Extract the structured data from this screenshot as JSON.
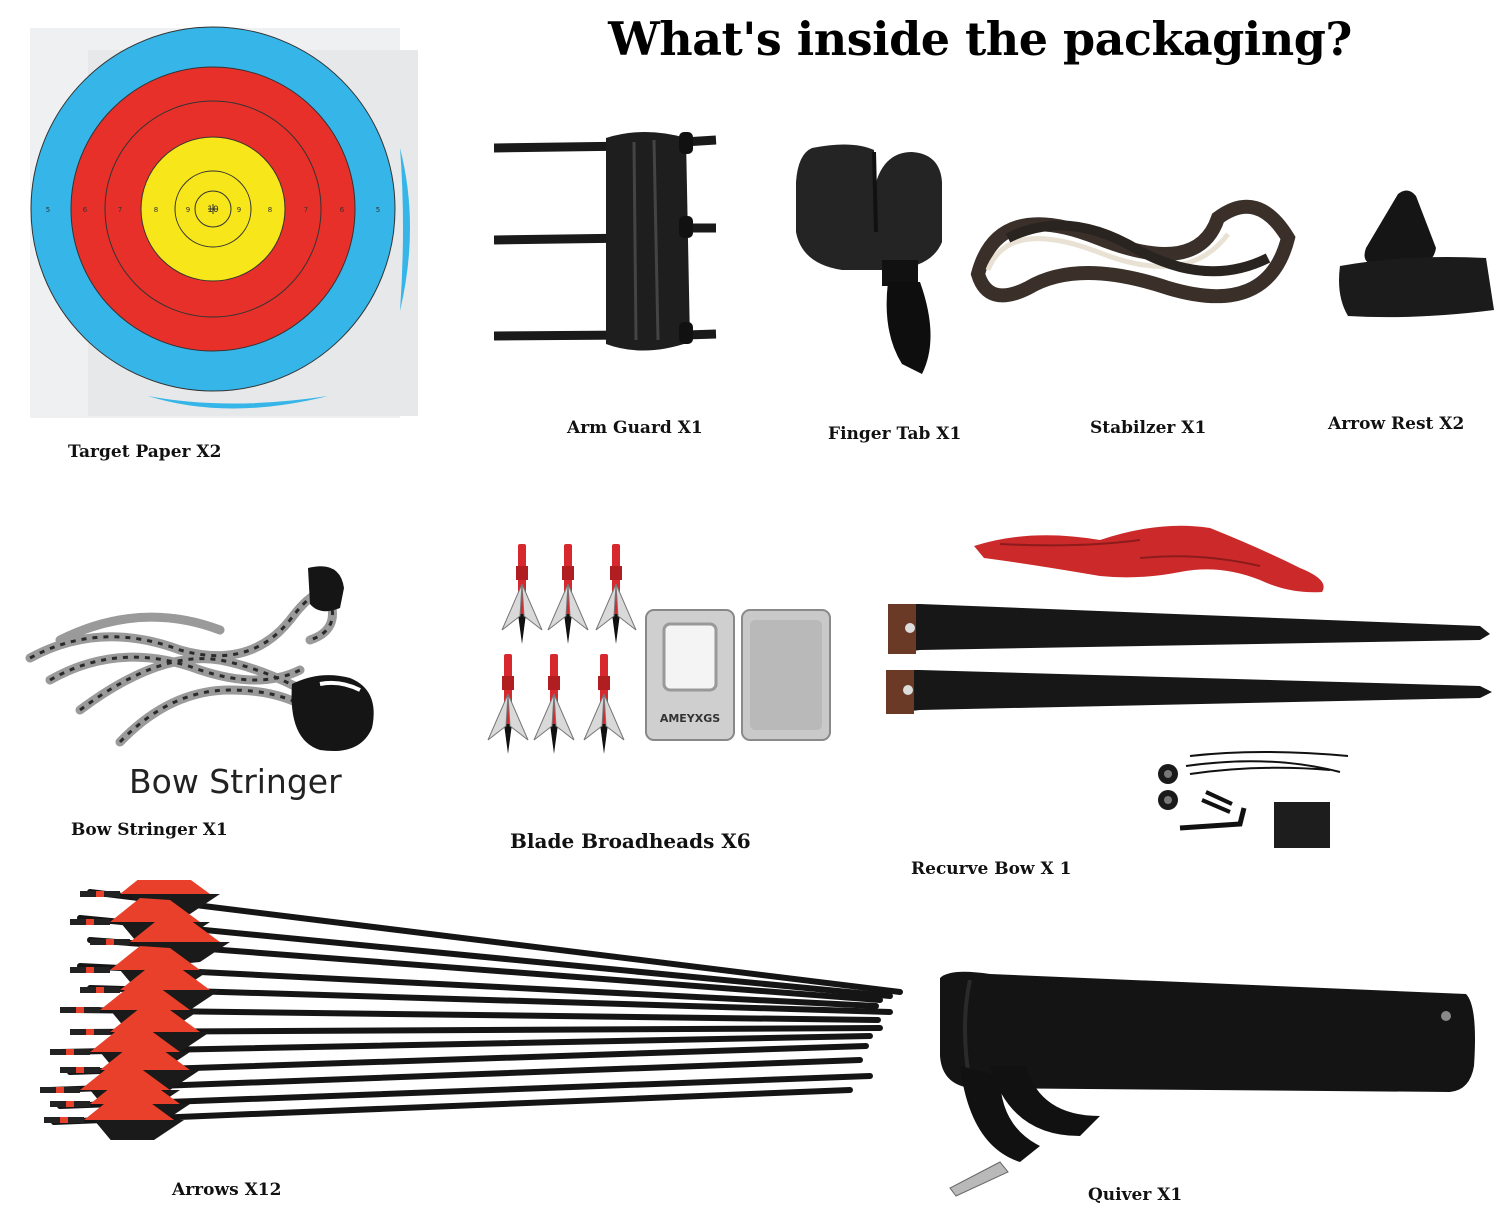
{
  "header": {
    "title": "What's inside the packaging?"
  },
  "items": [
    {
      "label": "Target Paper  X2",
      "icon": "target-paper-icon"
    },
    {
      "label": "Arm Guard X1",
      "icon": "arm-guard-icon"
    },
    {
      "label": "Finger Tab X1",
      "icon": "finger-tab-icon"
    },
    {
      "label": "Stabilzer X1",
      "icon": "stabilizer-icon"
    },
    {
      "label": "Arrow Rest X2",
      "icon": "arrow-rest-icon"
    },
    {
      "label": "Bow Stringer X1",
      "icon": "bow-stringer-icon",
      "photo_text": "Bow Stringer"
    },
    {
      "label": "Blade Broadheads X6",
      "icon": "broadheads-icon",
      "tin_brand": "AMEYXGS"
    },
    {
      "label": "Recurve Bow  X 1",
      "icon": "recurve-bow-icon"
    },
    {
      "label": "Arrows X12",
      "icon": "arrows-icon"
    },
    {
      "label": "Quiver X1",
      "icon": "quiver-icon"
    }
  ],
  "target_ring_numbers": [
    "5",
    "6",
    "7",
    "8",
    "9",
    "10",
    "9",
    "8",
    "7",
    "6",
    "5"
  ],
  "colors": {
    "target_blue": "#36b5e8",
    "target_red": "#e8302a",
    "target_yellow": "#f7e619",
    "bow_riser": "#cc2a2a",
    "fletch_red": "#e8402a",
    "black": "#161616"
  }
}
